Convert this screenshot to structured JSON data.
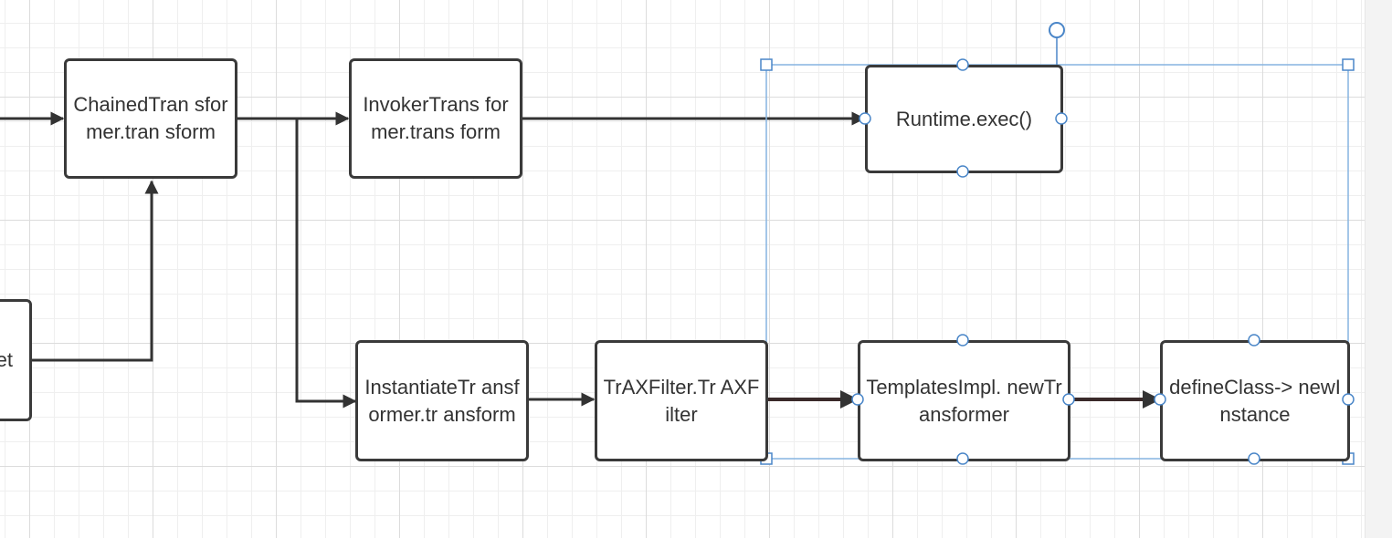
{
  "diagram": {
    "nodes": {
      "chained": {
        "label": "ChainedTran sformer.tran sform"
      },
      "invoker": {
        "label": "InvokerTrans former.trans form"
      },
      "runtime": {
        "label": "Runtime.exec()"
      },
      "partial": {
        "label": "et"
      },
      "instantiate": {
        "label": "InstantiateTr ansformer.tr ansform"
      },
      "trax": {
        "label": "TrAXFilter.Tr AXFilter"
      },
      "templates": {
        "label": "TemplatesImpl. newTransformer"
      },
      "define": {
        "label": "defineClass-> newInstance"
      }
    },
    "edges": [
      {
        "from": "offscreen-left",
        "to": "chained"
      },
      {
        "from": "chained",
        "to": "invoker"
      },
      {
        "from": "chained",
        "to": "instantiate"
      },
      {
        "from": "invoker",
        "to": "runtime"
      },
      {
        "from": "partial",
        "to": "chained"
      },
      {
        "from": "instantiate",
        "to": "trax"
      },
      {
        "from": "trax",
        "to": "templates"
      },
      {
        "from": "templates",
        "to": "define"
      }
    ],
    "selection": {
      "active": true,
      "members": [
        "runtime",
        "templates",
        "define"
      ]
    },
    "colors": {
      "node_border": "#3a3a3a",
      "edge": "#333333",
      "selection": "#86b4e0",
      "handle": "#4a86c8",
      "grid_major": "#dcdcdc",
      "grid_minor": "#efefef"
    }
  }
}
